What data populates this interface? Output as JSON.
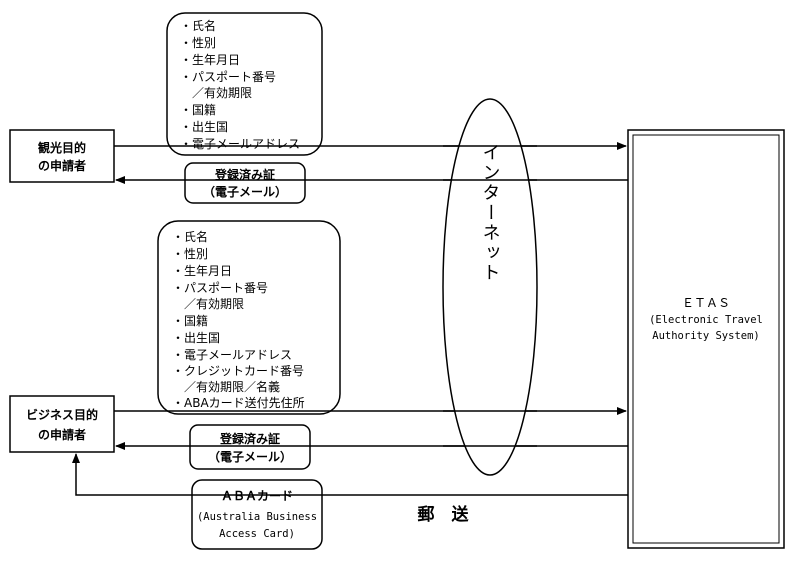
{
  "tourist_applicant": {
    "line1": "観光目的",
    "line2": "の申請者",
    "info_items": [
      "・氏名",
      "・性別",
      "・生年月日",
      "・パスポート番号",
      "　／有効期限",
      "・国籍",
      "・出生国",
      "・電子メールアドレス"
    ],
    "cert_line1": "登録済み証",
    "cert_line2": "（電子メール）"
  },
  "business_applicant": {
    "line1": "ビジネス目的",
    "line2": "の申請者",
    "info_items": [
      "・氏名",
      "・性別",
      "・生年月日",
      "・パスポート番号",
      "　／有効期限",
      "・国籍",
      "・出生国",
      "・電子メールアドレス",
      "・クレジットカード番号",
      "　／有効期限／名義",
      "・ABAカード送付先住所"
    ],
    "cert_line1": "登録済み証",
    "cert_line2": "（電子メール）",
    "aba_title": "ＡＢＡカード",
    "aba_line2": "(Australia Business",
    "aba_line3": "Access Card)"
  },
  "internet": {
    "label": "インターネット"
  },
  "etas": {
    "line1": "ＥＴＡＳ",
    "line2": "(Electronic Travel",
    "line3": "Authority System)"
  },
  "mail": {
    "label": "郵　送"
  }
}
